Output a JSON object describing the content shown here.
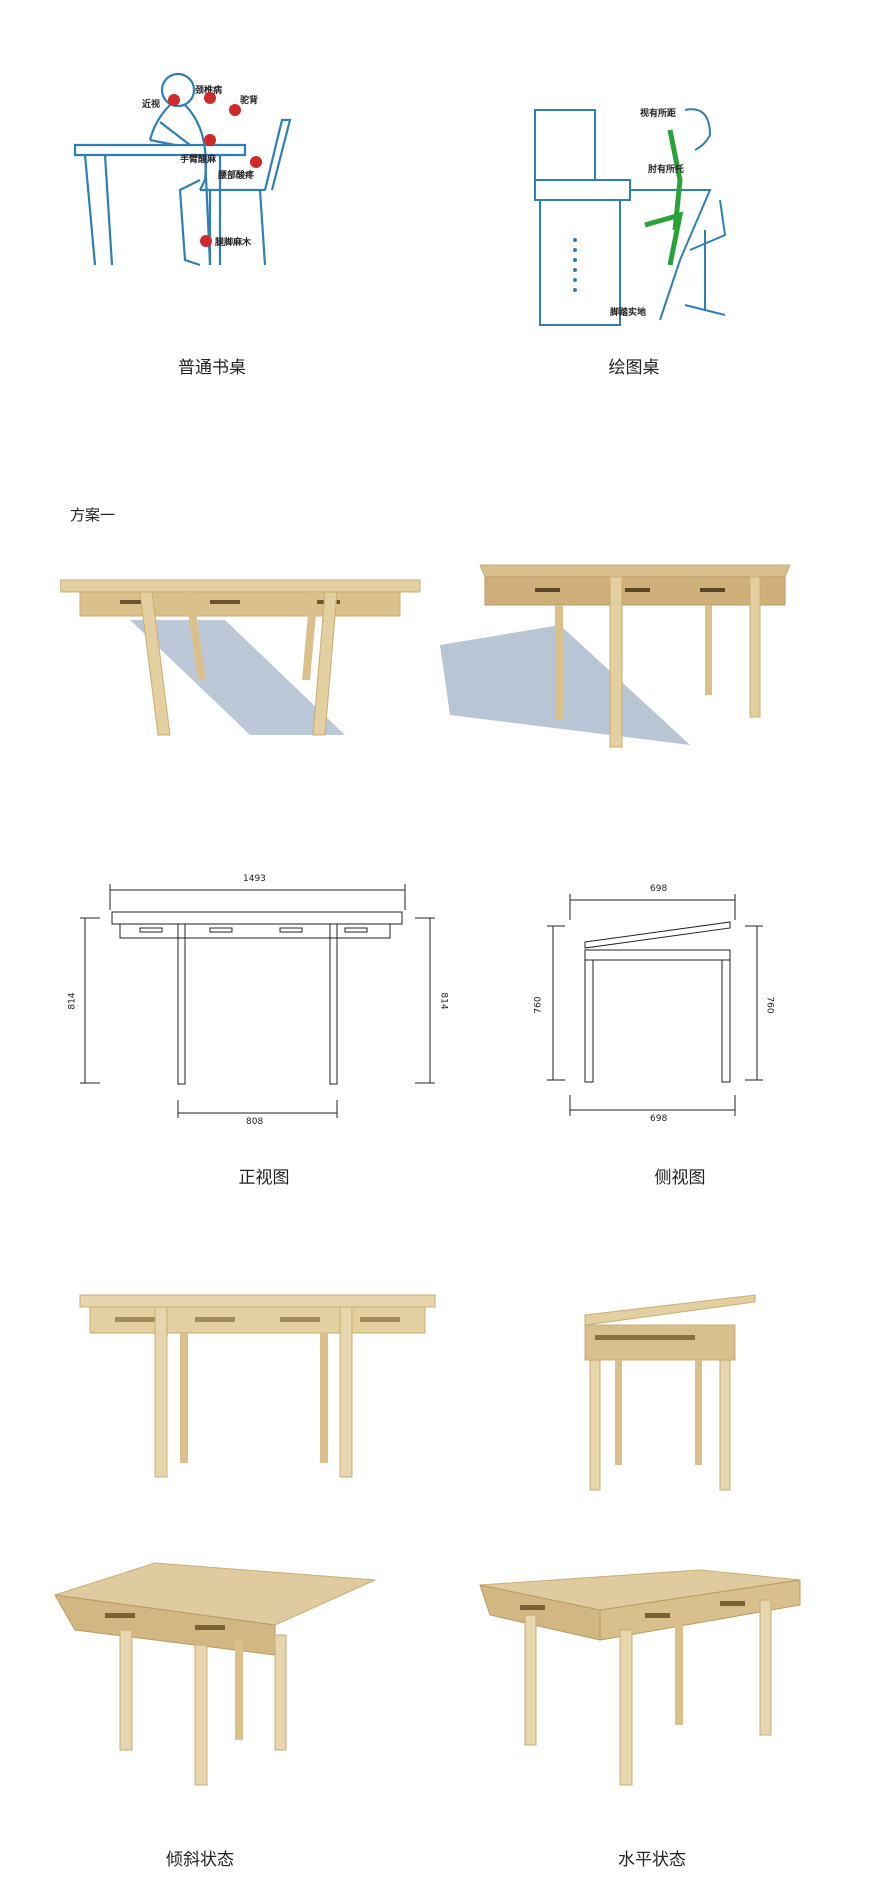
{
  "section1": {
    "left_caption": "普通书桌",
    "right_caption": "绘图桌",
    "left_labels": {
      "myopia": "近视",
      "cervical": "颈椎病",
      "hunchback": "驼背",
      "arm": "手臂酸麻",
      "waist": "腰部酸疼",
      "leg": "腿脚麻木"
    },
    "right_labels": {
      "vision": "视有所距",
      "elbow": "肘有所托",
      "foot": "脚踏实地"
    }
  },
  "section2": {
    "title": "方案一"
  },
  "drawings": {
    "front": {
      "caption": "正视图",
      "dim_top": "1493",
      "dim_left": "814",
      "dim_right": "814",
      "dim_bottom": "808"
    },
    "side": {
      "caption": "侧视图",
      "dim_top": "698",
      "dim_left": "760",
      "dim_right": "760",
      "dim_bottom": "698"
    }
  },
  "section4": {
    "left_caption": "倾斜状态",
    "right_caption": "水平状态"
  },
  "colors": {
    "blueprint": "#2f7fb6",
    "green": "#2aa23a",
    "red": "#cf2a2a",
    "wood": "#e3cfa0",
    "wood_dark": "#c9ad74",
    "shadow": "#9fb1c7"
  }
}
